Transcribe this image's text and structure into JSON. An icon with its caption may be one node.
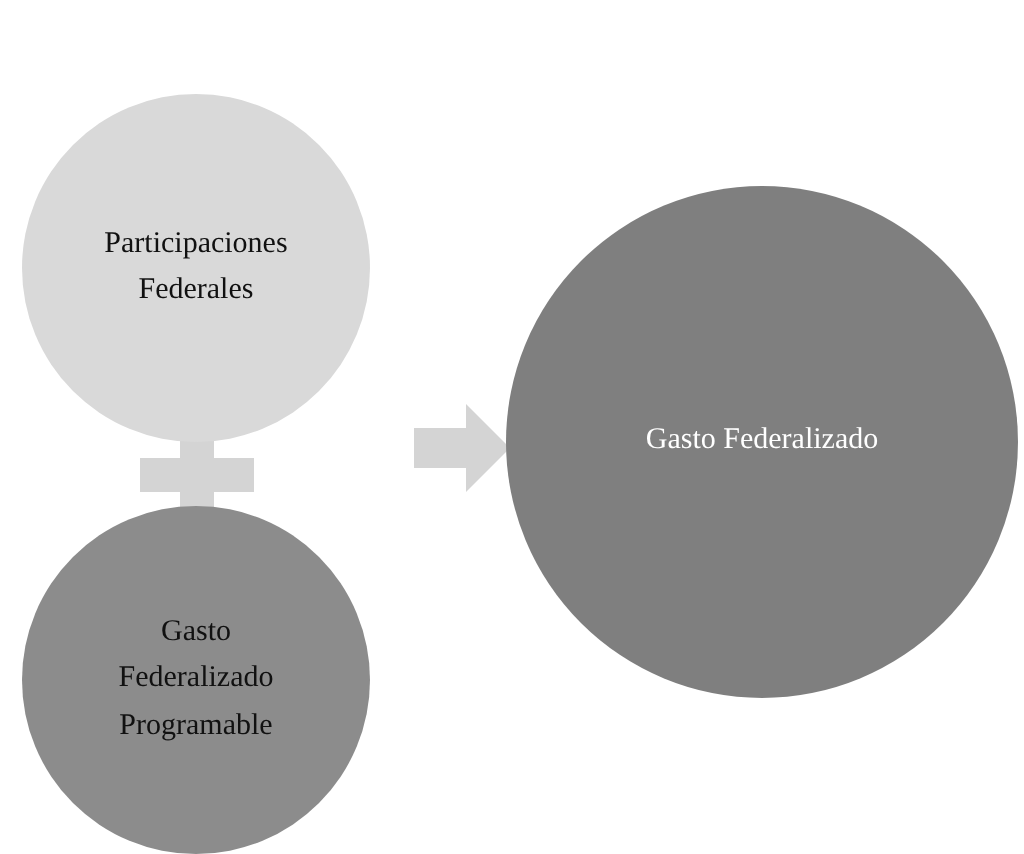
{
  "diagram": {
    "nodes": [
      {
        "text": [
          "Participaciones Federales"
        ]
      },
      {
        "text": [
          "Gasto Federalizado Programable"
        ]
      },
      {
        "text": [
          "Gasto Federalizado"
        ]
      }
    ],
    "edges": [
      {
        "from": 0,
        "to": 2,
        "arrow": "to"
      },
      {
        "from": 1,
        "to": 2,
        "arrow": "to"
      }
    ]
  }
}
